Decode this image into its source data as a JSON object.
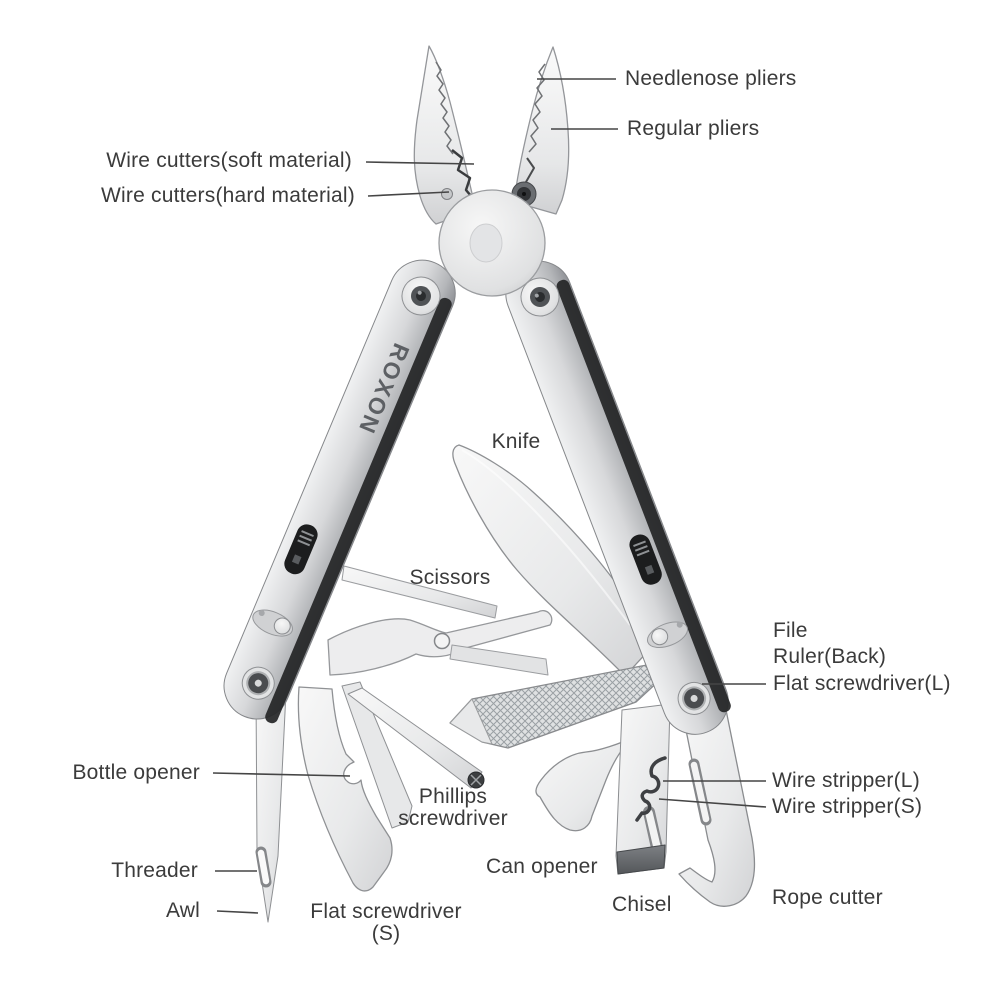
{
  "brand": "ROXON",
  "labels": {
    "needlenose_pliers": "Needlenose pliers",
    "regular_pliers": "Regular pliers",
    "wire_cutters_soft": "Wire cutters(soft material)",
    "wire_cutters_hard": "Wire cutters(hard material)",
    "knife": "Knife",
    "scissors": "Scissors",
    "file": "File",
    "ruler_back": "Ruler(Back)",
    "flat_screwdriver_l": "Flat screwdriver(L)",
    "bottle_opener": "Bottle opener",
    "phillips_screwdriver": "Phillips screwdriver",
    "threader": "Threader",
    "awl": "Awl",
    "flat_screwdriver_s": "Flat screwdriver (S)",
    "can_opener": "Can opener",
    "chisel": "Chisel",
    "wire_stripper_l": "Wire stripper(L)",
    "wire_stripper_s": "Wire stripper(S)",
    "rope_cutter": "Rope cutter"
  },
  "colors": {
    "background": "#ffffff",
    "label_text": "#3b3b3b",
    "leader_line": "#454545",
    "metal_light": "#f5f5f6",
    "metal_mid": "#d7d8da",
    "metal_dark": "#94969a",
    "hardware_black": "#1c1d1e"
  }
}
